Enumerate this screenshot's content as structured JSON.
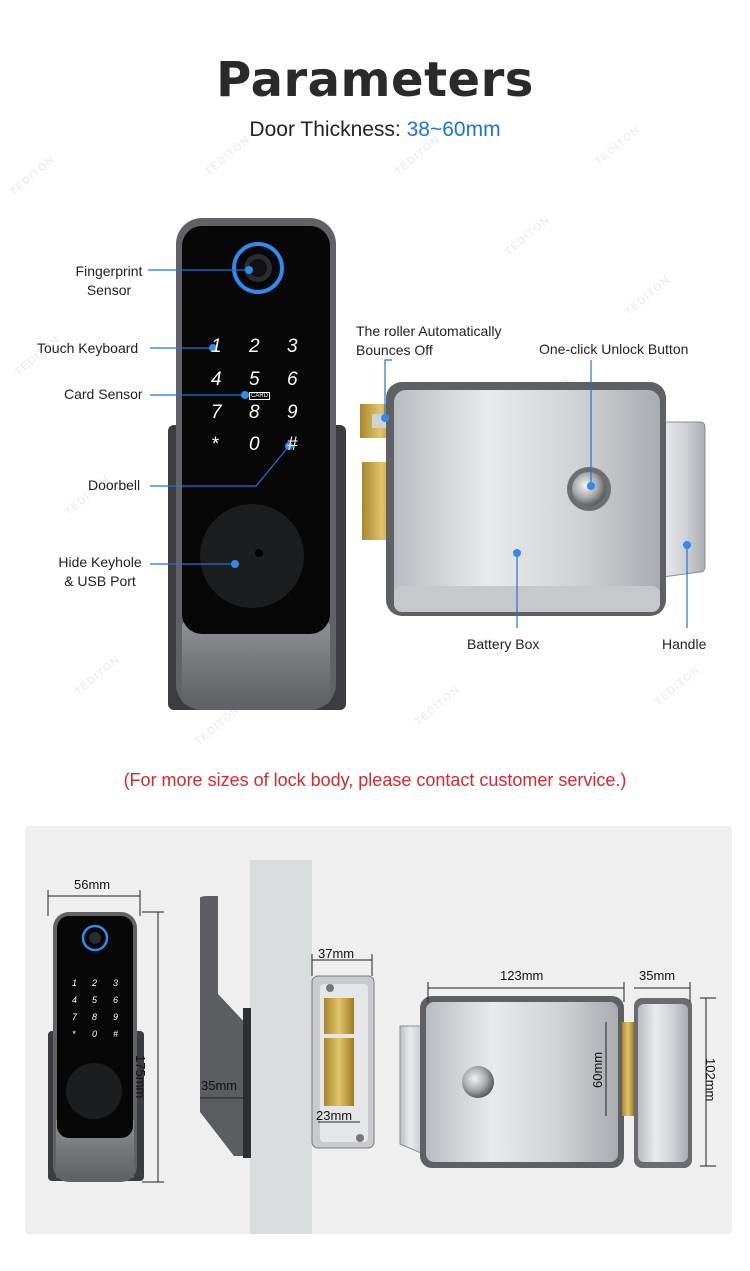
{
  "header": {
    "title": "Parameters",
    "subtitle_prefix": "Door Thickness: ",
    "subtitle_value": "38~60mm",
    "accent_color": "#1e73d8"
  },
  "callouts_left": {
    "fingerprint_line1": "Fingerprint",
    "fingerprint_line2": "Sensor",
    "touch_keyboard": "Touch Keyboard",
    "card_sensor": "Card Sensor",
    "doorbell": "Doorbell",
    "keyhole_line1": "Hide Keyhole",
    "keyhole_line2": "& USB Port"
  },
  "callouts_right": {
    "roller_line1": "The roller Automatically",
    "roller_line2": "Bounces Off",
    "unlock_button": "One-click Unlock Button",
    "battery_box": "Battery Box",
    "handle": "Handle"
  },
  "keypad": {
    "keys": [
      "1",
      "2",
      "3",
      "4",
      "5",
      "6",
      "7",
      "8",
      "9",
      "*",
      "0",
      "#"
    ],
    "card_tag": "CARD"
  },
  "note": "(For more sizes of lock body, please contact customer service.)",
  "note_color": "#d9272d",
  "dimensions": {
    "width_56": "56mm",
    "height_175": "175mm",
    "thickness_35": "35mm",
    "body_37": "37mm",
    "body_23": "23mm",
    "length_123": "123mm",
    "depth_35": "35mm",
    "height_60": "60mm",
    "height_102": "102mm"
  },
  "watermark": "TEDITON"
}
